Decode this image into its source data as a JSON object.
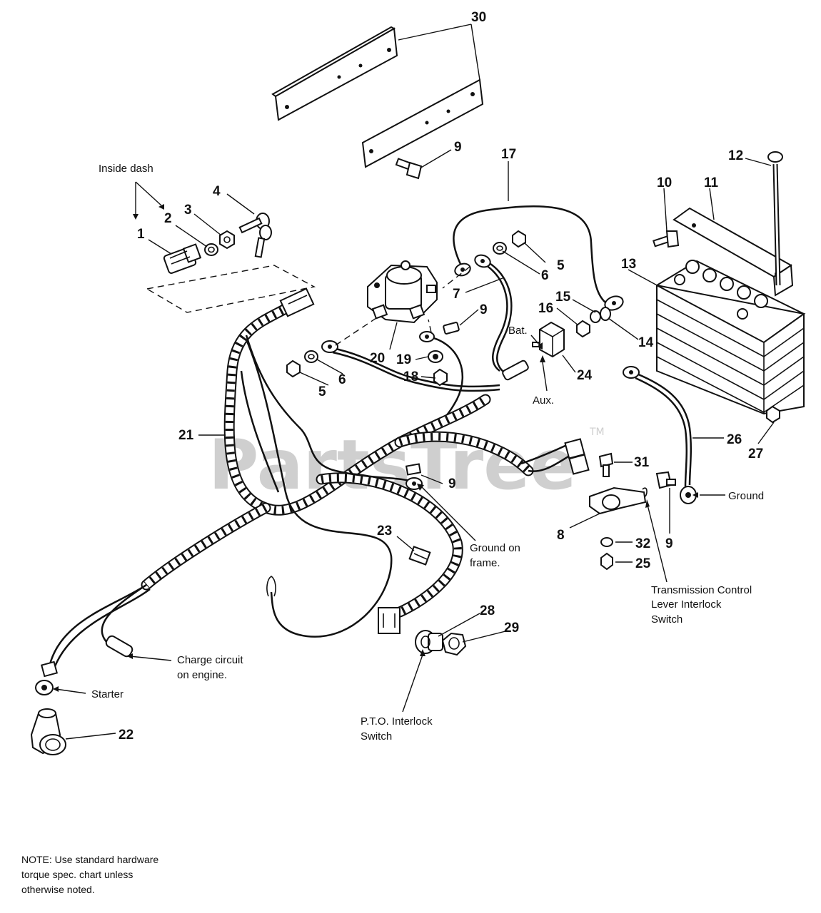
{
  "watermark": {
    "text": "PartsTree",
    "trademark": "TM"
  },
  "callouts": [
    {
      "id": "c30",
      "number": "30"
    },
    {
      "id": "c9a",
      "number": "9"
    },
    {
      "id": "c17",
      "number": "17"
    },
    {
      "id": "c12",
      "number": "12"
    },
    {
      "id": "c10",
      "number": "10"
    },
    {
      "id": "c11",
      "number": "11"
    },
    {
      "id": "c4",
      "number": "4"
    },
    {
      "id": "c3",
      "number": "3"
    },
    {
      "id": "c2",
      "number": "2"
    },
    {
      "id": "c1",
      "number": "1"
    },
    {
      "id": "c5a",
      "number": "5"
    },
    {
      "id": "c6a",
      "number": "6"
    },
    {
      "id": "c7",
      "number": "7"
    },
    {
      "id": "c9b",
      "number": "9"
    },
    {
      "id": "c13",
      "number": "13"
    },
    {
      "id": "c15",
      "number": "15"
    },
    {
      "id": "c16",
      "number": "16"
    },
    {
      "id": "c14",
      "number": "14"
    },
    {
      "id": "c20",
      "number": "20"
    },
    {
      "id": "c19",
      "number": "19"
    },
    {
      "id": "c18",
      "number": "18"
    },
    {
      "id": "c24",
      "number": "24"
    },
    {
      "id": "c5b",
      "number": "5"
    },
    {
      "id": "c6b",
      "number": "6"
    },
    {
      "id": "c21",
      "number": "21"
    },
    {
      "id": "c26",
      "number": "26"
    },
    {
      "id": "c27",
      "number": "27"
    },
    {
      "id": "c31",
      "number": "31"
    },
    {
      "id": "c9c",
      "number": "9"
    },
    {
      "id": "c9d",
      "number": "9"
    },
    {
      "id": "c8",
      "number": "8"
    },
    {
      "id": "c32",
      "number": "32"
    },
    {
      "id": "c25",
      "number": "25"
    },
    {
      "id": "c23",
      "number": "23"
    },
    {
      "id": "c28",
      "number": "28"
    },
    {
      "id": "c29",
      "number": "29"
    },
    {
      "id": "c22",
      "number": "22"
    }
  ],
  "labels": {
    "inside_dash": "Inside dash",
    "bat": "Bat.",
    "aux": "Aux.",
    "ground": "Ground",
    "ground_on_frame_1": "Ground on",
    "ground_on_frame_2": "frame.",
    "transmission_1": "Transmission Control",
    "transmission_2": "Lever Interlock",
    "transmission_3": "Switch",
    "charge_1": "Charge circuit",
    "charge_2": "on engine.",
    "starter": "Starter",
    "pto_1": "P.T.O. Interlock",
    "pto_2": "Switch"
  },
  "note": {
    "line1": "NOTE: Use standard hardware",
    "line2": "torque spec. chart unless",
    "line3": "otherwise noted."
  }
}
